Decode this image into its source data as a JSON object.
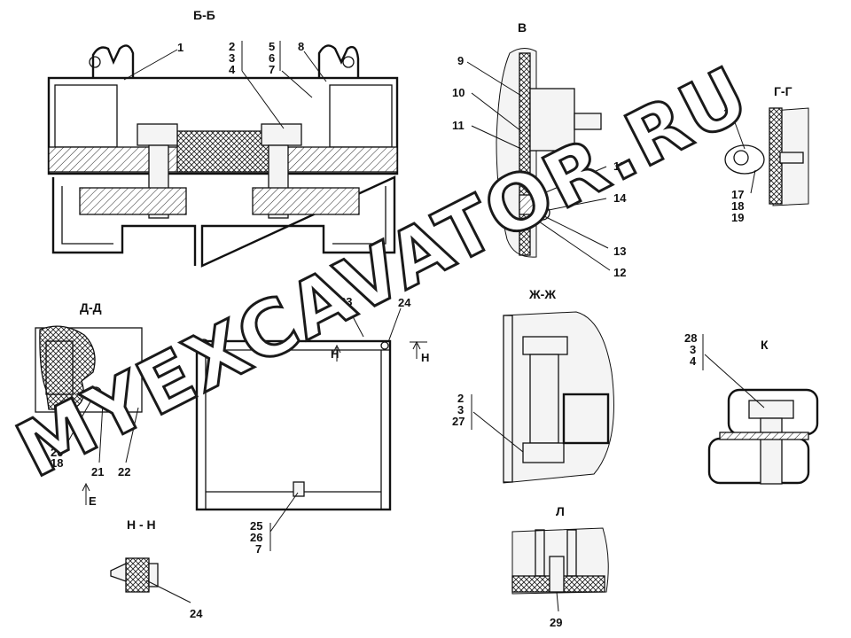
{
  "views": {
    "bb": "Б-Б",
    "v": "В",
    "gg": "Г-Г",
    "dd": "Д-Д",
    "e": "Е",
    "zhzh": "Ж-Ж",
    "k": "К",
    "nn": "Н - Н",
    "l": "Л"
  },
  "callouts": {
    "c1": "1",
    "c2": "2",
    "c3": "3",
    "c4": "4",
    "c5": "5",
    "c6": "6",
    "c7": "7",
    "c8": "8",
    "c9": "9",
    "c10": "10",
    "c11": "11",
    "c15": "15",
    "c14": "14",
    "c13": "13",
    "c12": "12",
    "c16": "16",
    "c17": "17",
    "c18": "18",
    "c19": "19",
    "c20": "20",
    "c18b": "18",
    "c21": "21",
    "c22": "22",
    "e_arrow": "Е",
    "c23": "23",
    "c24": "24",
    "h1": "Н",
    "h2": "Н",
    "c25": "25",
    "c26": "26",
    "c7b": "7",
    "c2b": "2",
    "c3b": "3",
    "c27": "27",
    "c28": "28",
    "c3c": "3",
    "c4b": "4",
    "c24b": "24",
    "c29": "29"
  },
  "watermark": {
    "line1": "MYEXCAVATOR.RU"
  }
}
